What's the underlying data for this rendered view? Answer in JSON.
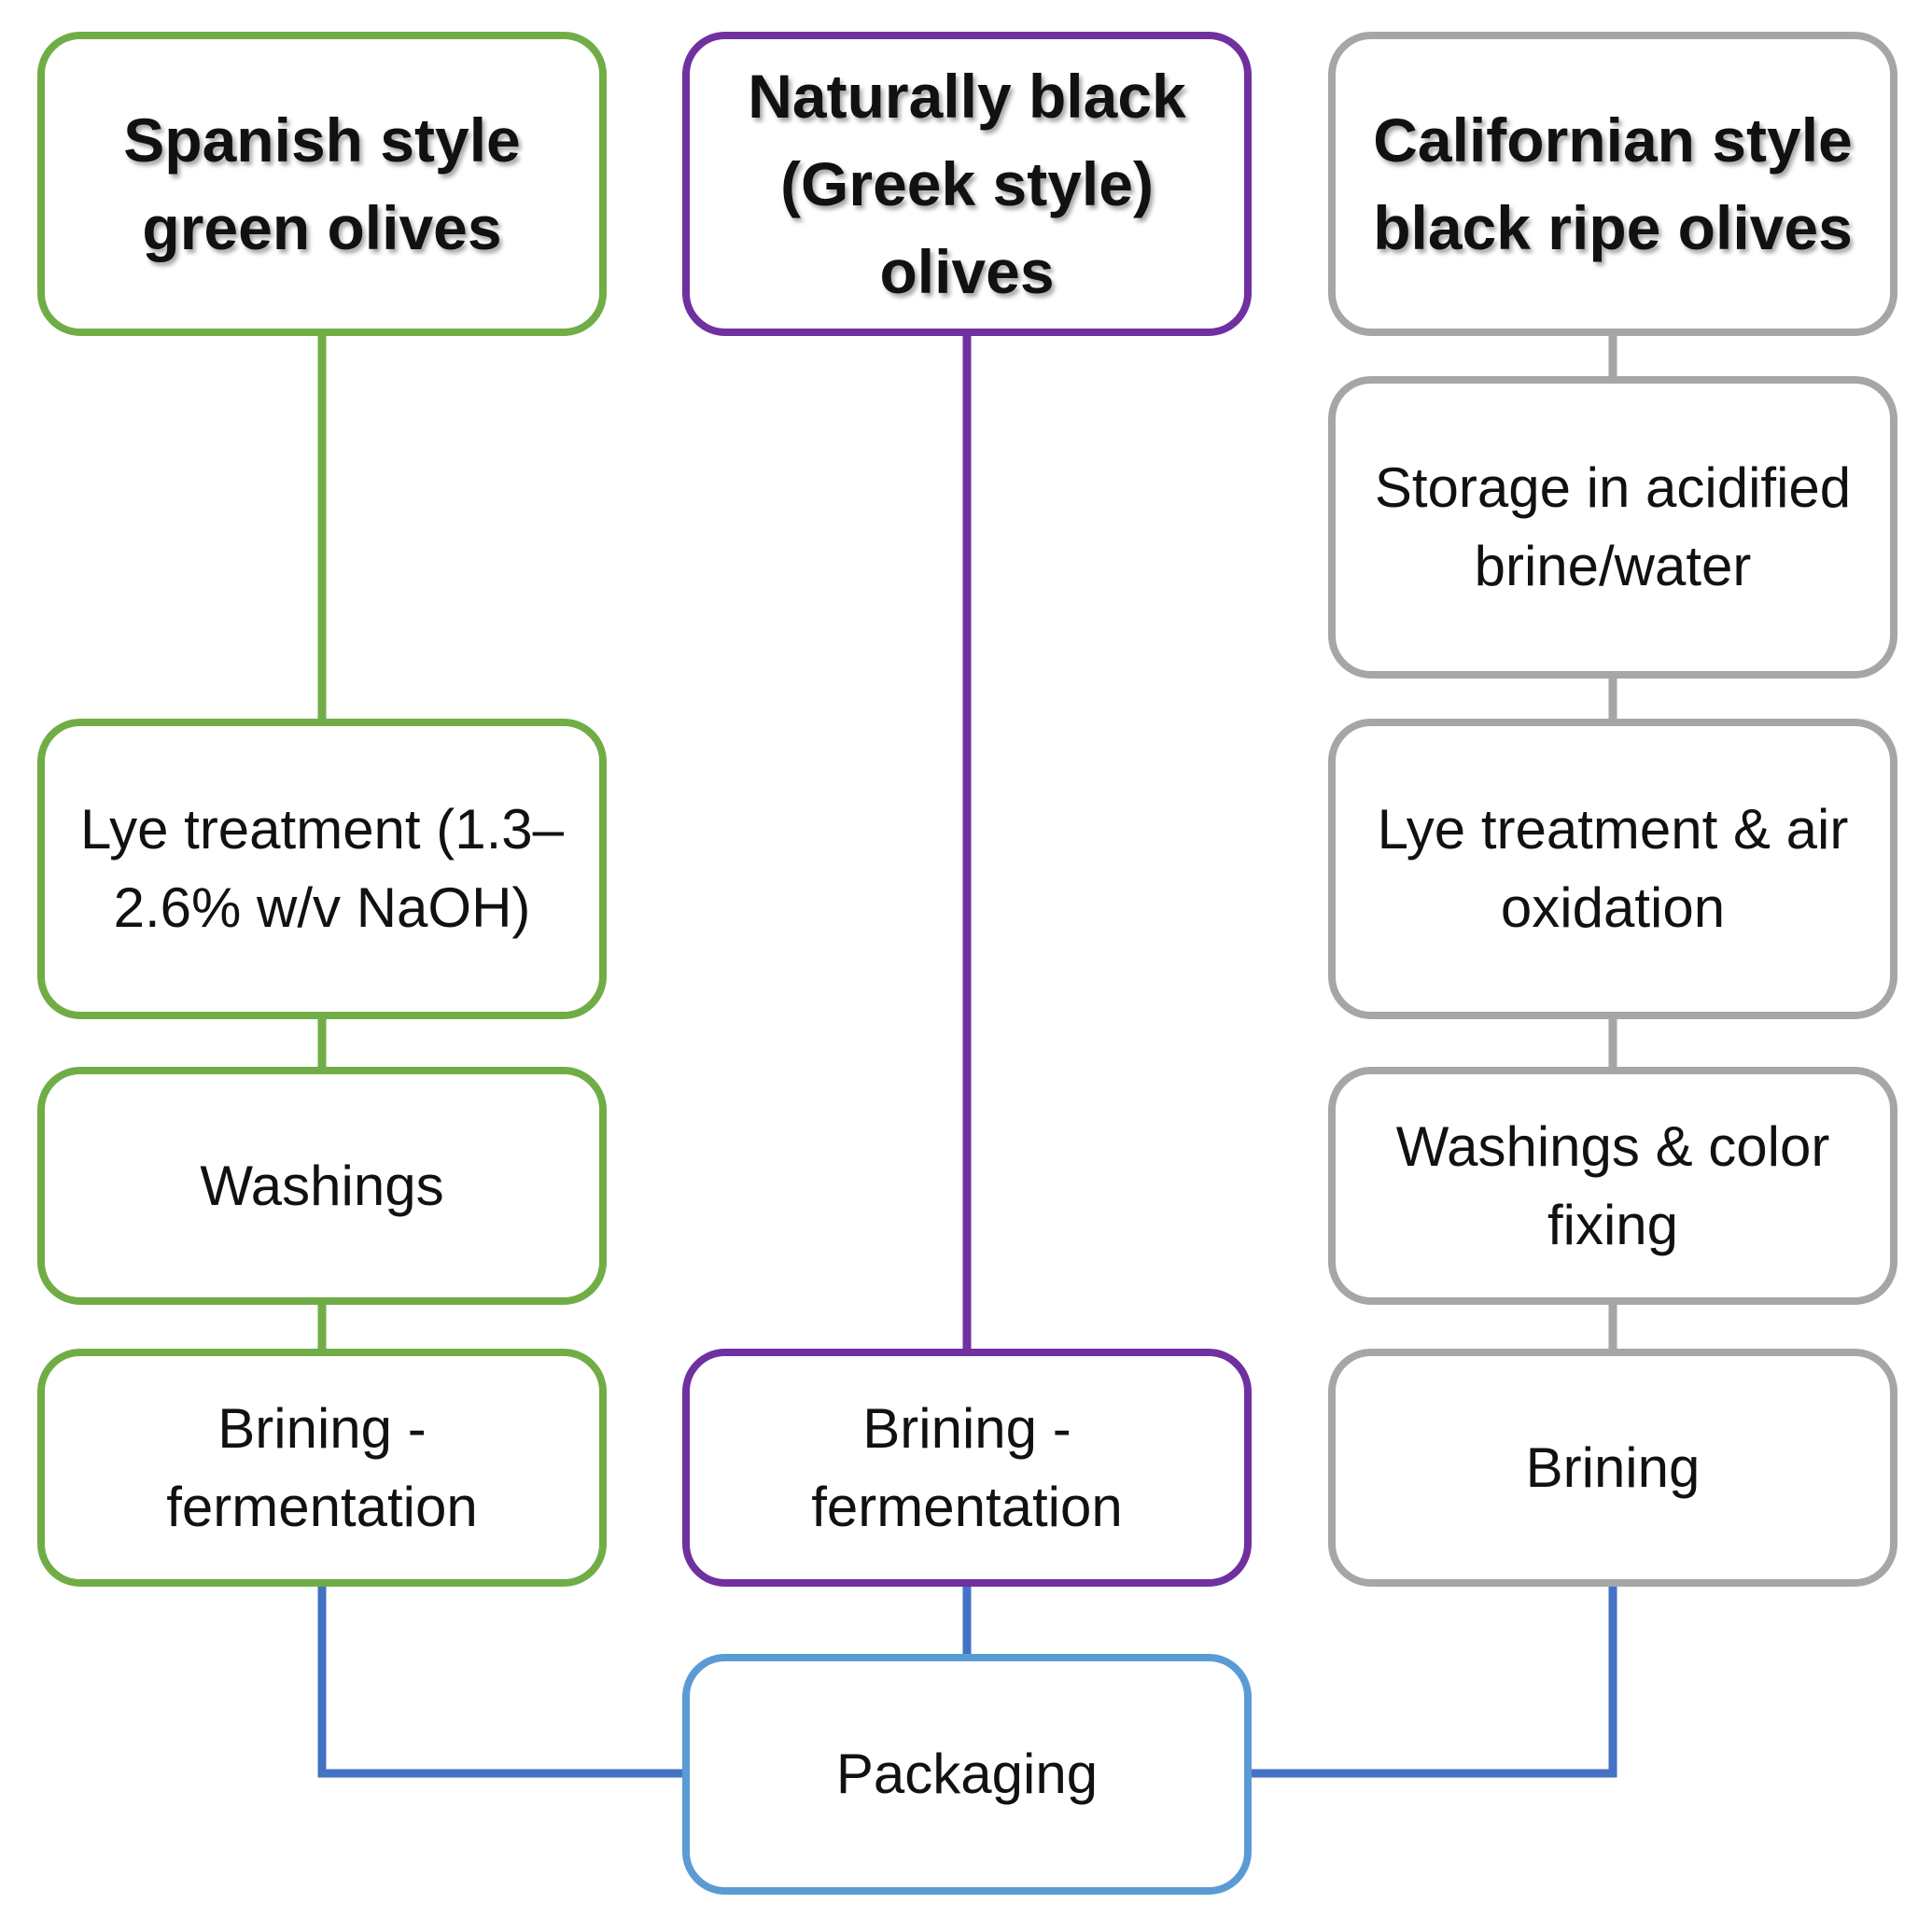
{
  "columns": {
    "spanish": {
      "title": "Spanish style green olives",
      "steps": [
        "Lye treatment (1.3–2.6% w/v NaOH)",
        "Washings",
        "Brining - fermentation"
      ],
      "color": "#70ad47"
    },
    "greek": {
      "title": "Naturally black (Greek style) olives",
      "steps": [
        "Brining - fermentation"
      ],
      "color": "#7030a0"
    },
    "californian": {
      "title": "Californian style black ripe olives",
      "steps": [
        "Storage in acidified brine/water",
        "Lye treatment & air oxidation",
        "Washings & color fixing",
        "Brining"
      ],
      "color": "#a6a6a6"
    }
  },
  "final_step": {
    "label": "Packaging",
    "color": "#5b9bd5",
    "connector_color": "#4472c4"
  }
}
